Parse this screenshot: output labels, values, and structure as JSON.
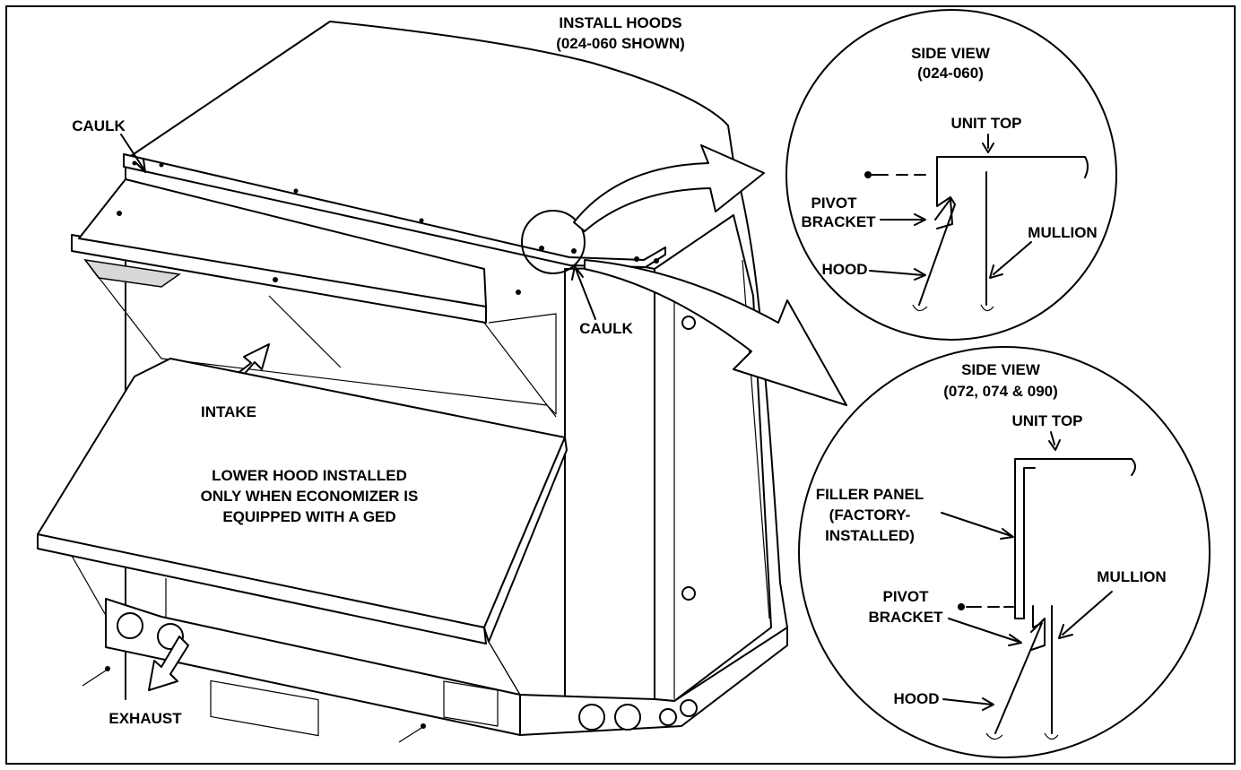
{
  "diagram": {
    "title_line1": "INSTALL HOODS",
    "title_line2": "(024-060 SHOWN)",
    "labels": {
      "caulk_top": "CAULK",
      "caulk_side": "CAULK",
      "intake": "INTAKE",
      "lower_hood_line1": "LOWER HOOD INSTALLED",
      "lower_hood_line2": "ONLY WHEN ECONOMIZER IS",
      "lower_hood_line3": "EQUIPPED WITH A GED",
      "exhaust": "EXHAUST"
    },
    "detail_top": {
      "title_line1": "SIDE VIEW",
      "title_line2": "(024-060)",
      "unit_top": "UNIT TOP",
      "pivot_line1": "PIVOT",
      "pivot_line2": "BRACKET",
      "mullion": "MULLION",
      "hood": "HOOD"
    },
    "detail_bottom": {
      "title_line1": "SIDE VIEW",
      "title_line2": "(072, 074 & 090)",
      "unit_top": "UNIT TOP",
      "filler_line1": "FILLER PANEL",
      "filler_line2": "(FACTORY-",
      "filler_line3": "INSTALLED)",
      "mullion": "MULLION",
      "pivot_line1": "PIVOT",
      "pivot_line2": "BRACKET",
      "hood": "HOOD"
    }
  }
}
